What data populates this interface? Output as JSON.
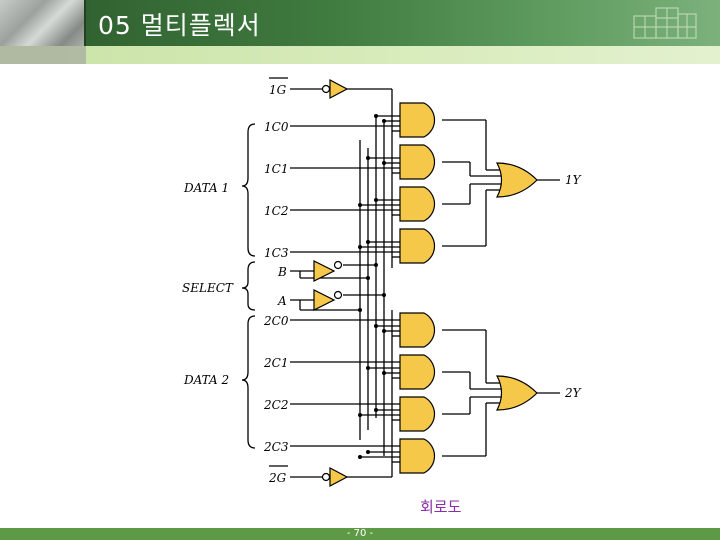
{
  "header": {
    "title": "05 멀티플렉서"
  },
  "caption": "회로도",
  "footer": {
    "page_number": "- 70 -"
  },
  "colors": {
    "header_green": "#3f7a3f",
    "subbar_green": "#d9ecbd",
    "gate_yellow": "#f5c84a",
    "wire": "#000000",
    "caption_purple": "#8a2fa8"
  },
  "diagram": {
    "enable_1": "1G",
    "enable_2": "2G",
    "data1_inputs": [
      "1C0",
      "1C1",
      "1C2",
      "1C3"
    ],
    "data2_inputs": [
      "2C0",
      "2C1",
      "2C2",
      "2C3"
    ],
    "select_inputs": [
      "B",
      "A"
    ],
    "outputs": [
      "1Y",
      "2Y"
    ],
    "group_data1": "DATA 1",
    "group_select": "SELECT",
    "group_data2": "DATA 2"
  }
}
